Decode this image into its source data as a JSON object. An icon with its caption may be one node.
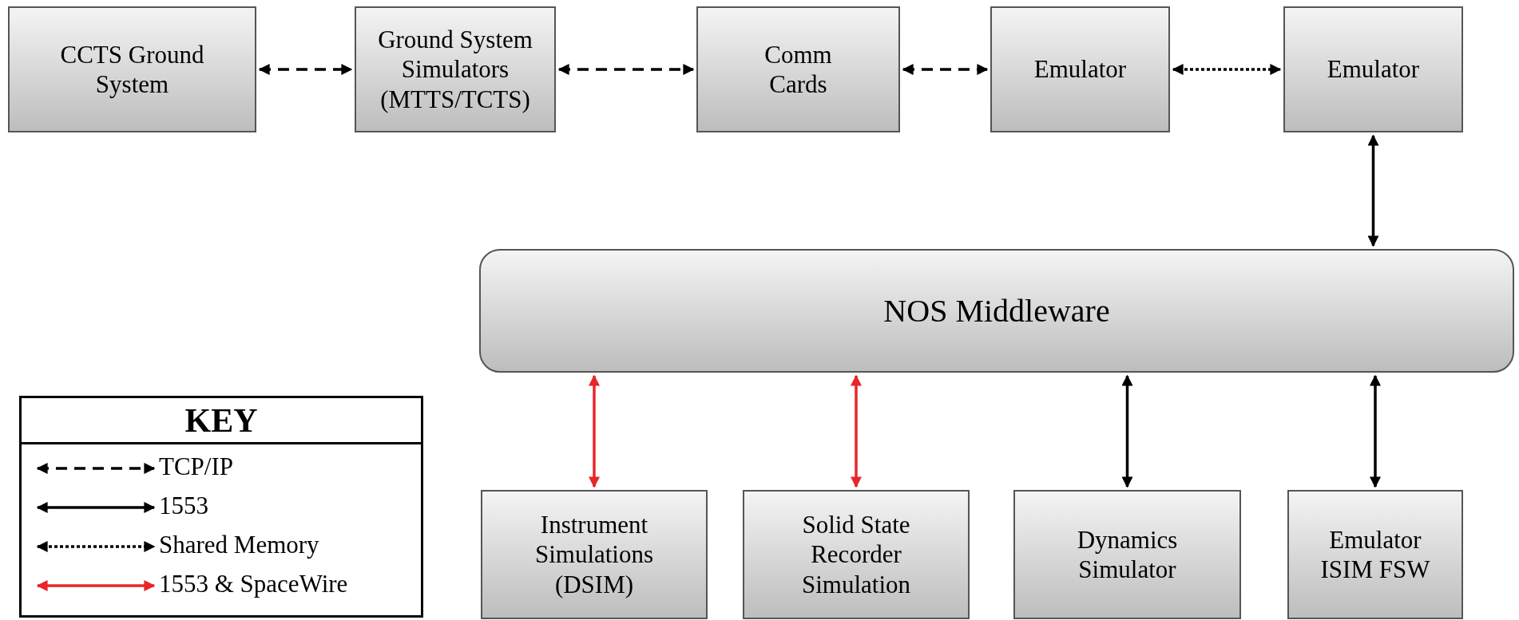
{
  "diagram": {
    "nodes": [
      {
        "text": [
          "CCTS Ground System"
        ]
      },
      {
        "text": [
          "Ground System Simulators (MTTS/TCTS)"
        ]
      },
      {
        "text": [
          "Comm Cards"
        ]
      },
      {
        "text": [
          "Emulator"
        ]
      },
      {
        "text": [
          "Emulator"
        ]
      },
      {
        "text": [
          "NOS Middleware"
        ]
      },
      {
        "text": [
          "Instrument Simulations (DSIM)"
        ]
      },
      {
        "text": [
          "Solid State Recorder Simulation"
        ]
      },
      {
        "text": [
          "Dynamics Simulator"
        ]
      },
      {
        "text": [
          "Emulator ISIM FSW"
        ]
      }
    ],
    "edges": [
      {
        "from": 0,
        "to": 1,
        "arrow": "both",
        "style": "dashed"
      },
      {
        "from": 1,
        "to": 2,
        "arrow": "both",
        "style": "dashed"
      },
      {
        "from": 2,
        "to": 3,
        "arrow": "both",
        "style": "dashed"
      },
      {
        "from": 3,
        "to": 4,
        "arrow": "both",
        "style": "dashed"
      },
      {
        "from": 4,
        "to": 5,
        "arrow": "both"
      },
      {
        "from": 6,
        "to": 5,
        "arrow": "both",
        "color": "#e8262a"
      },
      {
        "from": 7,
        "to": 5,
        "arrow": "both",
        "color": "#e8262a"
      },
      {
        "from": 8,
        "to": 5,
        "arrow": "both"
      },
      {
        "from": 9,
        "to": 5,
        "arrow": "both"
      }
    ],
    "labels": [
      "KEY"
    ],
    "legend": [
      {
        "text": "TCP/IP"
      },
      {
        "text": "1553"
      },
      {
        "text": "Shared Memory"
      },
      {
        "text": "1553 & SpaceWire"
      }
    ]
  }
}
